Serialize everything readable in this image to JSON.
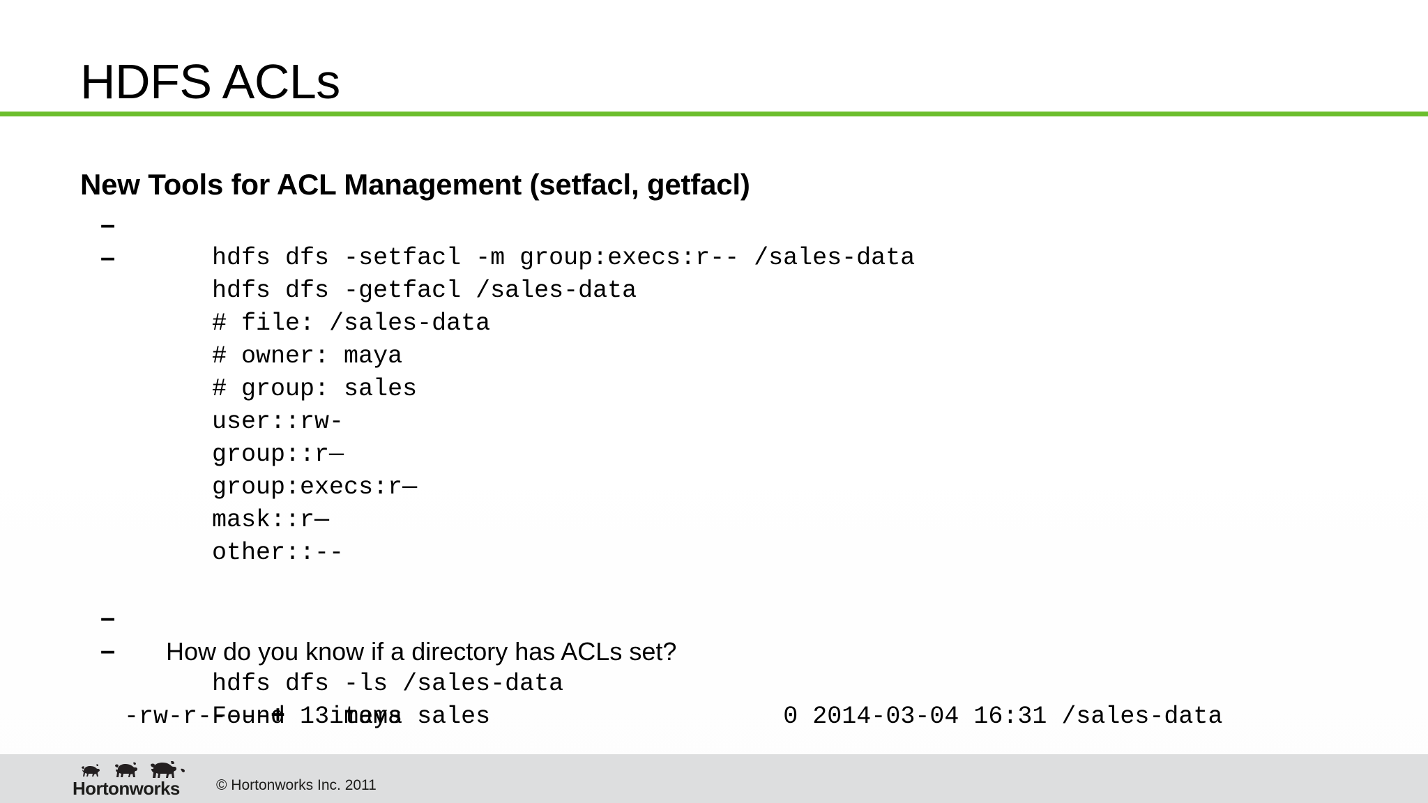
{
  "slide": {
    "title": "HDFS ACLs",
    "subtitle": "New Tools for ACL Management (setfacl, getfacl)",
    "accent_color": "#6cbe2d",
    "footer_bg": "#dddedf",
    "text_color": "#000000"
  },
  "content": {
    "bullet_marker": "–",
    "blocks": [
      {
        "id": "setfacl-command",
        "style": "mono",
        "bullet": true,
        "text": "hdfs dfs -setfacl -m group:execs:r-- /sales-data"
      },
      {
        "id": "getfacl-command",
        "style": "mono",
        "bullet": true,
        "text": "hdfs dfs -getfacl /sales-data"
      },
      {
        "id": "getfacl-out-file",
        "style": "mono",
        "bullet": false,
        "text": "# file: /sales-data"
      },
      {
        "id": "getfacl-out-owner",
        "style": "mono",
        "bullet": false,
        "text": "# owner: maya"
      },
      {
        "id": "getfacl-out-group",
        "style": "mono",
        "bullet": false,
        "text": "# group: sales"
      },
      {
        "id": "acl-entry-user",
        "style": "mono",
        "bullet": false,
        "text": "user::rw-"
      },
      {
        "id": "acl-entry-group",
        "style": "mono",
        "bullet": false,
        "text": "group::r—"
      },
      {
        "id": "acl-entry-group-execs",
        "style": "mono",
        "bullet": false,
        "text": "group:execs:r—"
      },
      {
        "id": "acl-entry-mask",
        "style": "mono",
        "bullet": false,
        "text": "mask::r—"
      },
      {
        "id": "acl-entry-other",
        "style": "mono",
        "bullet": false,
        "text": "other::--"
      },
      {
        "id": "question",
        "style": "sans",
        "bullet": true,
        "text": "How do you know if a directory has ACLs set?"
      },
      {
        "id": "ls-command",
        "style": "mono",
        "bullet": true,
        "text": "hdfs dfs -ls /sales-data"
      },
      {
        "id": "ls-out-found",
        "style": "mono",
        "bullet": false,
        "text": "Found 1 items"
      }
    ],
    "ls_result": {
      "permissions": "-rw-r-----",
      "acl_flag": "+",
      "replication": "3",
      "owner": "maya",
      "group": "sales",
      "size": "0",
      "date": "2014-03-04",
      "time": "16:31",
      "path": "/sales-data",
      "prefix_pad": "  ",
      "mid_pad": "          ",
      "pad": "          "
    }
  },
  "footer": {
    "logo_word": "Hortonworks",
    "logo_icon": "elephants-icon",
    "copyright": "© Hortonworks Inc. 2011"
  }
}
